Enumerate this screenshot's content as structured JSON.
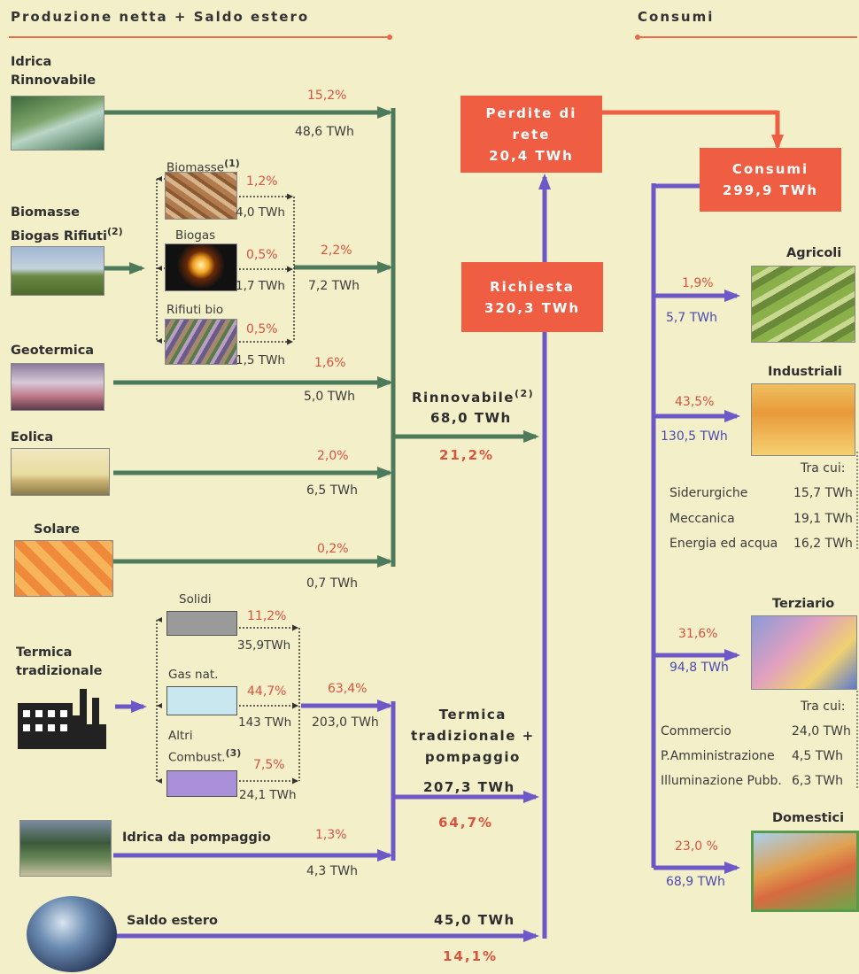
{
  "headers": {
    "left": "Produzione netta + Saldo estero",
    "right": "Consumi"
  },
  "sources": {
    "idrica": {
      "label_1": "Idrica",
      "label_2": "Rinnovabile",
      "pct": "15,2%",
      "twh": "48,6  TWh"
    },
    "bio": {
      "label_1": "Biomasse",
      "label_2": "Biogas Rifiuti",
      "biomasse": {
        "label": "Biomasse",
        "pct": "1,2%",
        "twh": "4,0 TWh"
      },
      "biogas": {
        "label": "Biogas",
        "pct": "0,5%",
        "twh": "1,7 TWh"
      },
      "rifiuti": {
        "label": "Rifiuti bio",
        "pct": "0,5%",
        "twh": "1,5 TWh"
      },
      "total_pct": "2,2%",
      "total_twh": "7,2  TWh"
    },
    "geotermica": {
      "label": "Geotermica",
      "pct": "1,6%",
      "twh": "5,0  TWh"
    },
    "eolica": {
      "label": "Eolica",
      "pct": "2,0%",
      "twh": "6,5  TWh"
    },
    "solare": {
      "label": "Solare",
      "pct": "0,2%",
      "twh": "0,7  TWh"
    },
    "termica": {
      "label_1": "Termica",
      "label_2": "tradizionale",
      "solidi": {
        "label": "Solidi",
        "pct": "11,2%",
        "twh": "35,9TWh"
      },
      "gas": {
        "label": "Gas nat.",
        "pct": "44,7%",
        "twh": "143  TWh"
      },
      "altri": {
        "label_1": "Altri",
        "label_2": "Combust.",
        "pct": "7,5%",
        "twh": "24,1 TWh"
      },
      "total_pct": "63,4%",
      "total_twh": "203,0 TWh"
    },
    "pompaggio": {
      "label": "Idrica da pompaggio",
      "pct": "1,3%",
      "twh": "4,3  TWh"
    },
    "saldo": {
      "label": "Saldo estero"
    }
  },
  "footnotes": {
    "f1": "(1)",
    "f2": "(2)",
    "f3": "(3)",
    "f2b": "(2)"
  },
  "aggregates": {
    "rinnovabile": {
      "label": "Rinnovabile",
      "twh": "68,0 TWh",
      "pct": "21,2%"
    },
    "termica": {
      "label_1": "Termica",
      "label_2": "tradizionale +",
      "label_3": "pompaggio",
      "twh": "207,3 TWh",
      "pct": "64,7%"
    },
    "saldo": {
      "twh": "45,0 TWh",
      "pct": "14,1%"
    }
  },
  "boxes": {
    "perdite": {
      "line1": "Perdite di",
      "line2": "rete",
      "line3": "20,4 TWh"
    },
    "richiesta": {
      "line1": "Richiesta",
      "line2": "320,3 TWh"
    },
    "consumi": {
      "line1": "Consumi",
      "line2": "299,9 TWh"
    }
  },
  "consumi": {
    "agricoli": {
      "label": "Agricoli",
      "pct": "1,9%",
      "twh": "5,7 TWh"
    },
    "industriali": {
      "label": "Industriali",
      "pct": "43,5%",
      "twh": "130,5 TWh",
      "tra_cui": "Tra cui:",
      "details": [
        {
          "name": "Siderurgiche",
          "value": "15,7 TWh"
        },
        {
          "name": "Meccanica",
          "value": "19,1 TWh"
        },
        {
          "name": "Energia ed acqua",
          "value": "16,2 TWh"
        }
      ]
    },
    "terziario": {
      "label": "Terziario",
      "pct": "31,6%",
      "twh": "94,8 TWh",
      "tra_cui": "Tra cui:",
      "details": [
        {
          "name": "Commercio",
          "value": "24,0 TWh"
        },
        {
          "name": "P.Amministrazione",
          "value": "4,5 TWh"
        },
        {
          "name": "Illuminazione Pubb.",
          "value": "6,3 TWh"
        }
      ]
    },
    "domestici": {
      "label": "Domestici",
      "pct": "23,0 %",
      "twh": "68,9  TWh"
    }
  },
  "colors": {
    "green": "#4d7a5a",
    "purple": "#6d58c8",
    "red": "#ef5d43",
    "bg": "#f3efc9"
  }
}
